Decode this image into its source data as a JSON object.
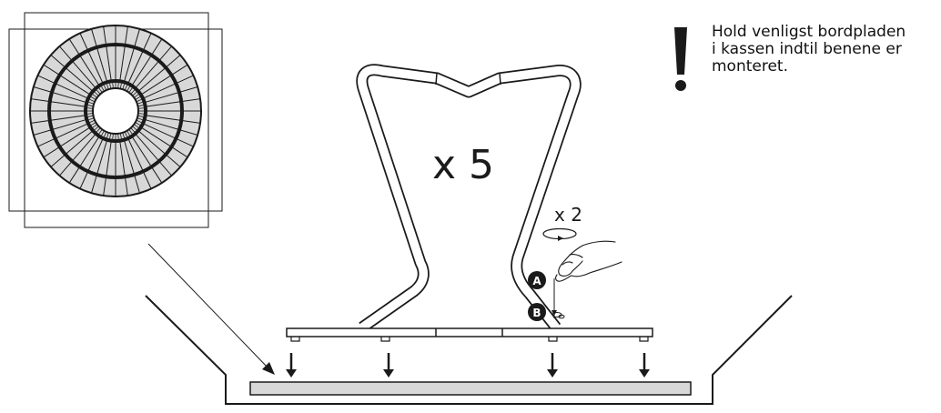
{
  "note": {
    "line1": "Hold venligst bordpladen",
    "line2": "i kassen indtil benene er",
    "line3": "monteret."
  },
  "labels": {
    "quantity_legs": "x 5",
    "quantity_screws": "x 2",
    "callout_a": "A",
    "callout_b": "B"
  },
  "colors": {
    "line": "#1a1a1a",
    "fill_gray": "#d8d8d8",
    "background": "#ffffff"
  }
}
